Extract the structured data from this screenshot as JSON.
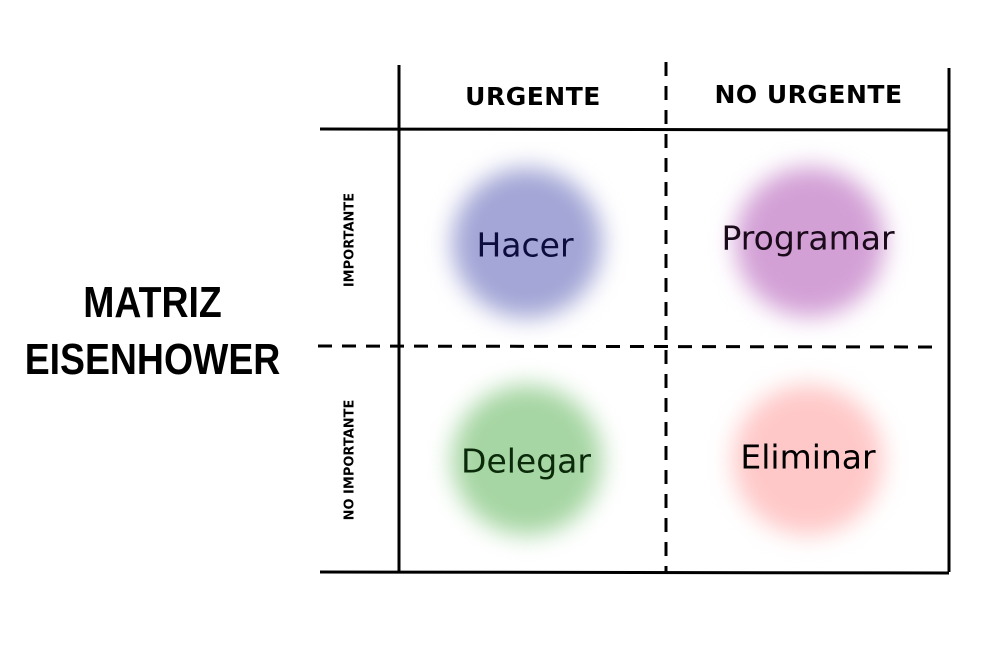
{
  "title": {
    "line1": "MATRIZ",
    "line2": "EISENHOWER"
  },
  "columns": [
    "URGENTE",
    "NO URGENTE"
  ],
  "rows": [
    "IMPORTANTE",
    "NO IMPORTANTE"
  ],
  "quadrants": [
    {
      "label": "Hacer",
      "color": "#a3a6d6",
      "text_color": "#0d0d3d"
    },
    {
      "label": "Programar",
      "color": "#d3a0d6",
      "text_color": "#1a0a1a"
    },
    {
      "label": "Delegar",
      "color": "#a6d6a3",
      "text_color": "#0a2a0a"
    },
    {
      "label": "Eliminar",
      "color": "#ffc8c8",
      "text_color": "#000000"
    }
  ]
}
